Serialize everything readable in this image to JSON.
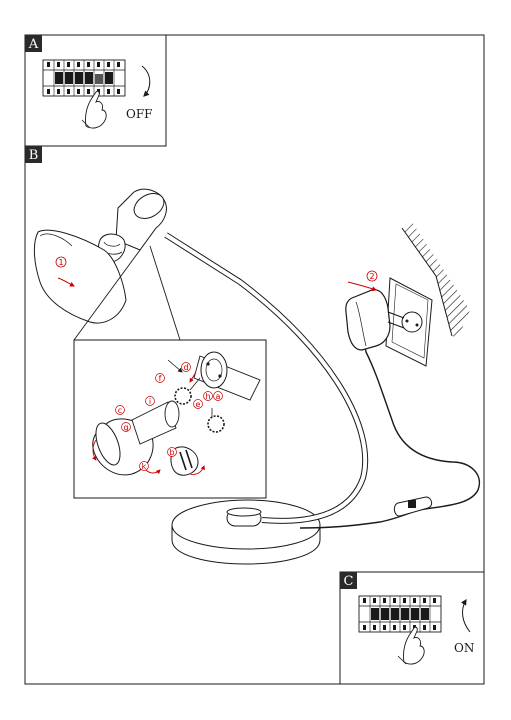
{
  "panels": {
    "a": {
      "label": "A",
      "switch_state": "OFF"
    },
    "b": {
      "label": "B"
    },
    "c": {
      "label": "C",
      "switch_state": "ON"
    }
  },
  "callouts": {
    "step1": "1",
    "step2": "2",
    "d": "d",
    "f": "f",
    "h": "h",
    "a": "a",
    "e": "e",
    "c": "c",
    "i": "i",
    "g": "g",
    "b": "b",
    "k": "k"
  },
  "colors": {
    "line": "#1a1a1a",
    "arrow": "#cc0000",
    "panel_label_bg": "#2a2a2a"
  },
  "icons": [
    "circuit-breaker-icon",
    "hand-icon",
    "rotate-arrow-icon",
    "wall-socket-icon",
    "plug-adapter-icon",
    "desk-lamp-icon"
  ]
}
